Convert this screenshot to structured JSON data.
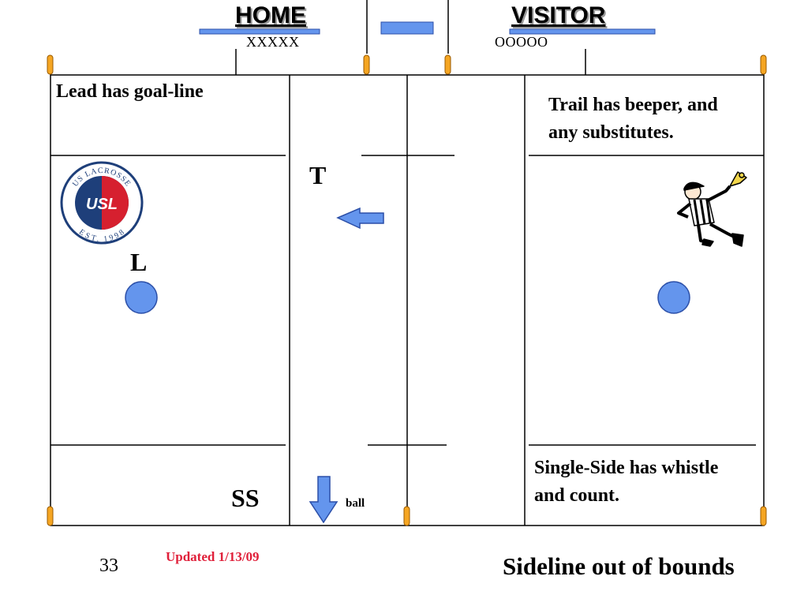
{
  "scoreboard": {
    "home_label": "HOME",
    "home_score": "XXXXX",
    "visitor_label": "VISITOR",
    "visitor_score": "OOOOO"
  },
  "notes": {
    "lead": "Lead has goal-line",
    "trail_line1": "Trail has beeper, and",
    "trail_line2": "any substitutes.",
    "single_side_line1": "Single-Side has whistle",
    "single_side_line2": "and count."
  },
  "officials": {
    "trail_letter": "T",
    "lead_letter": "L",
    "single_side_letter": "SS"
  },
  "ball_label": "ball",
  "logo": {
    "top_text": "US LACROSSE",
    "bottom_text": "EST. 1998",
    "center_text": "USL"
  },
  "footer": {
    "slide_number": "33",
    "updated": "Updated 1/13/09",
    "title": "Sideline out of bounds"
  },
  "colors": {
    "accent_blue": "#6495ED",
    "bar_blue": "#4A74D9",
    "updated_red": "#E0203A",
    "logo_navy": "#1E3F7A",
    "logo_red": "#D6202F",
    "pole_orange": "#F5A623"
  }
}
